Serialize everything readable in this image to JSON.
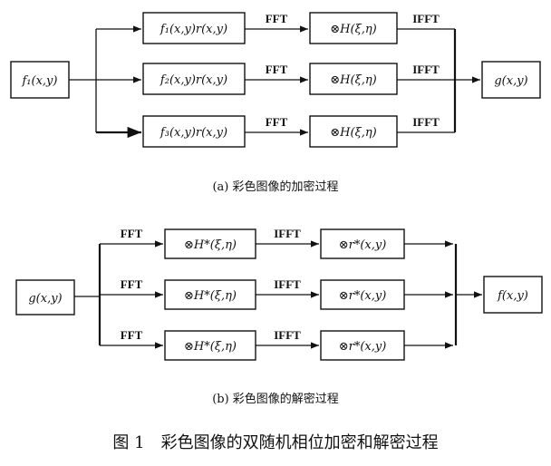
{
  "encryption": {
    "input": "f₁(x,y)",
    "rows": [
      {
        "product": "f₁(x,y)r(x,y)",
        "fft": "FFT",
        "filter": "⊗H(ξ,η)",
        "ifft": "IFFT"
      },
      {
        "product": "f₂(x,y)r(x,y)",
        "fft": "FFT",
        "filter": "⊗H(ξ,η)",
        "ifft": "IFFT"
      },
      {
        "product": "f₃(x,y)r(x,y)",
        "fft": "FFT",
        "filter": "⊗H(ξ,η)",
        "ifft": "IFFT"
      }
    ],
    "output": "g(x,y)",
    "caption": "(a) 彩色图像的加密过程"
  },
  "decryption": {
    "input": "g(x,y)",
    "rows": [
      {
        "fft": "FFT",
        "filter": "⊗H*(ξ,η)",
        "ifft": "IFFT",
        "mask": "⊗r*(x,y)"
      },
      {
        "fft": "FFT",
        "filter": "⊗H*(ξ,η)",
        "ifft": "IFFT",
        "mask": "⊗r*(x,y)"
      },
      {
        "fft": "FFT",
        "filter": "⊗H*(ξ,η)",
        "ifft": "IFFT",
        "mask": "⊗r*(x,y)"
      }
    ],
    "output": "f(x,y)",
    "caption": "(b) 彩色图像的解密过程"
  },
  "figure_caption": "图 1　彩色图像的双随机相位加密和解密过程"
}
